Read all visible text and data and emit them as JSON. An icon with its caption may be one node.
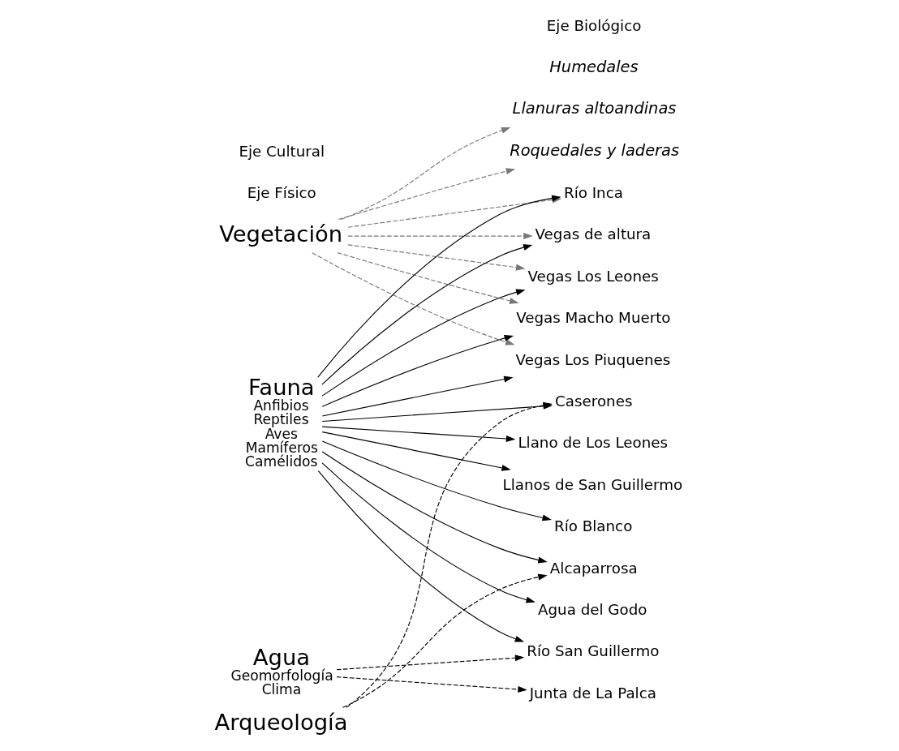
{
  "diagram": {
    "nodes": [
      {
        "text": [
          "Vegetación"
        ]
      },
      {
        "text": [
          "Humedales"
        ]
      },
      {
        "text": [
          "Fauna",
          "Anfibios",
          "Reptiles",
          "Aves",
          "Mamíferos",
          "Camélidos"
        ]
      },
      {
        "text": [
          "Vegas de altura"
        ]
      },
      {
        "text": [
          "Vegas Los Leones"
        ]
      },
      {
        "text": [
          "Vegas Macho Muerto"
        ]
      },
      {
        "text": [
          "Vegas Los Piuquenes"
        ]
      },
      {
        "text": [
          "Río San Guillermo"
        ]
      },
      {
        "text": [
          "Río Inca"
        ]
      },
      {
        "text": [
          "Agua",
          "Geomorfología",
          "Clima"
        ]
      },
      {
        "text": [
          "Río Blanco"
        ]
      },
      {
        "text": [
          "Junta de La Palca"
        ]
      },
      {
        "text": [
          "Roquedales y laderas"
        ]
      },
      {
        "text": [
          "Arqueología"
        ]
      },
      {
        "text": [
          "Alcaparrosa"
        ]
      },
      {
        "text": [
          "Agua del Godo"
        ]
      },
      {
        "text": [
          "Caserones"
        ]
      },
      {
        "text": [
          "Llanuras altoandinas"
        ]
      },
      {
        "text": [
          "Llano de Los Leones"
        ]
      },
      {
        "text": [
          "Llanos de San Guillermo"
        ]
      }
    ],
    "edges": [
      {
        "from": 0,
        "to": 3,
        "arrow": "to",
        "style": "dashed",
        "color": "#777777"
      },
      {
        "from": 0,
        "to": 4,
        "arrow": "to",
        "style": "dashed",
        "color": "#777777"
      },
      {
        "from": 0,
        "to": 5,
        "arrow": "to",
        "style": "dashed",
        "color": "#777777"
      },
      {
        "from": 0,
        "to": 6,
        "arrow": "to",
        "style": "dashed",
        "color": "#777777"
      },
      {
        "from": 0,
        "to": 8,
        "arrow": "to",
        "style": "dashed",
        "color": "#777777"
      },
      {
        "from": 0,
        "to": 12,
        "arrow": "to",
        "style": "dashed",
        "color": "#777777"
      },
      {
        "from": 0,
        "to": 17,
        "arrow": "to",
        "style": "dashed",
        "color": "#777777"
      },
      {
        "from": 2,
        "to": 3,
        "arrow": "to"
      },
      {
        "from": 2,
        "to": 4,
        "arrow": "to"
      },
      {
        "from": 2,
        "to": 5,
        "arrow": "to"
      },
      {
        "from": 2,
        "to": 6,
        "arrow": "to"
      },
      {
        "from": 2,
        "to": 7,
        "arrow": "to"
      },
      {
        "from": 2,
        "to": 8,
        "arrow": "to"
      },
      {
        "from": 2,
        "to": 10,
        "arrow": "to"
      },
      {
        "from": 2,
        "to": 14,
        "arrow": "to"
      },
      {
        "from": 2,
        "to": 15,
        "arrow": "to"
      },
      {
        "from": 2,
        "to": 16,
        "arrow": "to"
      },
      {
        "from": 2,
        "to": 18,
        "arrow": "to"
      },
      {
        "from": 2,
        "to": 19,
        "arrow": "to"
      },
      {
        "from": 9,
        "to": 7,
        "arrow": "to",
        "style": "dashed"
      },
      {
        "from": 9,
        "to": 11,
        "arrow": "to",
        "style": "dashed"
      },
      {
        "from": 13,
        "to": 14,
        "arrow": "to",
        "style": "dashed"
      },
      {
        "from": 13,
        "to": 16,
        "arrow": "to",
        "style": "dashed"
      }
    ],
    "labels": [
      "Eje Físico",
      "Eje Biológico",
      "Eje Cultural"
    ]
  }
}
